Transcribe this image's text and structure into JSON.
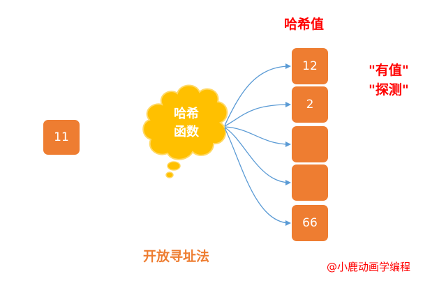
{
  "title": "哈希值",
  "input_key": "11",
  "hash_function": {
    "line1": "哈希",
    "line2": "函数"
  },
  "annotation": {
    "line1": "\"有值\"",
    "line2": "\"探测\""
  },
  "slots": [
    {
      "value": "12"
    },
    {
      "value": "2"
    },
    {
      "value": ""
    },
    {
      "value": ""
    },
    {
      "value": "66"
    }
  ],
  "method_label": "开放寻址法",
  "credit": "@小鹿动画学编程",
  "colors": {
    "box": "#ee7d31",
    "cloud": "#ffc000",
    "cloud_outline": "#ffd966",
    "arrow": "#5b9bd5",
    "title": "#ff0000",
    "method": "#ee7d31"
  }
}
